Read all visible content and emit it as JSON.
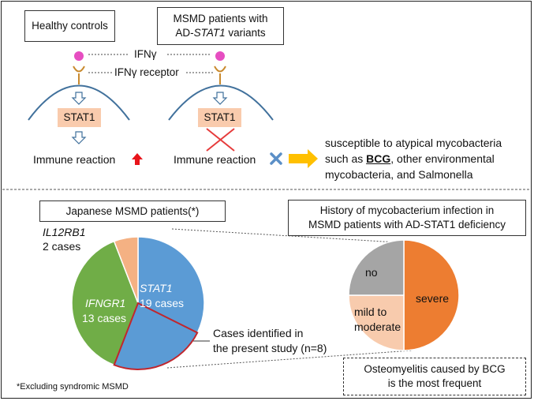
{
  "top": {
    "healthy_label": "Healthy controls",
    "msmd_label_line1": "MSMD patients with",
    "msmd_label_line2_prefix": "AD-",
    "msmd_label_line2_gene": "STAT1",
    "msmd_label_line2_suffix": " variants",
    "ifng_label": "IFNγ",
    "receptor_label": "IFNγ receptor",
    "stat1_label": "STAT1",
    "immune_reaction_left": "Immune reaction",
    "immune_reaction_right": "Immune reaction",
    "susceptible_line1": "susceptible to atypical mycobacteria",
    "susceptible_line2_prefix": "such as ",
    "susceptible_line2_bcg": "BCG",
    "susceptible_line2_suffix": ", other environmental",
    "susceptible_line3": "mycobacteria, and Salmonella"
  },
  "bottom": {
    "japanese_title": "Japanese MSMD patients(*)",
    "history_title_line1": "History of mycobacterium infection in",
    "history_title_line2": "MSMD patients with AD-STAT1 deficiency",
    "cases_line1": "Cases identified in",
    "cases_line2": "the present study (n=8)",
    "osteo_line1": "Osteomyelitis caused by BCG",
    "osteo_line2": "is the most frequent",
    "footnote": "*Excluding syndromic MSMD"
  },
  "chart_data": [
    {
      "type": "pie",
      "title": "Japanese MSMD patients(*)",
      "slices": [
        {
          "gene": "STAT1",
          "count_label": "19 cases",
          "value": 19,
          "color": "#5b9bd5"
        },
        {
          "gene": "IFNGR1",
          "count_label": "13 cases",
          "value": 13,
          "color": "#70ad47"
        },
        {
          "gene": "IL12RB1",
          "count_label": "2 cases",
          "value": 2,
          "color": "#f4b183"
        }
      ],
      "highlight": {
        "within": "STAT1",
        "value": 8,
        "outline_color": "#c0262d"
      }
    },
    {
      "type": "pie",
      "title": "History of mycobacterium infection in MSMD patients with AD-STAT1 deficiency",
      "slices": [
        {
          "label": "severe",
          "value": 4,
          "color": "#ed7d31"
        },
        {
          "label": "mild to moderate",
          "value": 2,
          "color": "#f8cbad"
        },
        {
          "label": "no",
          "value": 2,
          "color": "#a5a5a5"
        }
      ]
    }
  ],
  "colors": {
    "arc": "#41719c",
    "ifng_dot": "#e64ec1",
    "receptor": "#c98a2e",
    "up_arrow": "#e8141b",
    "cross": "#5b8fc7",
    "yellow_arrow": "#ffc000",
    "red_x": "#e63b3b"
  }
}
